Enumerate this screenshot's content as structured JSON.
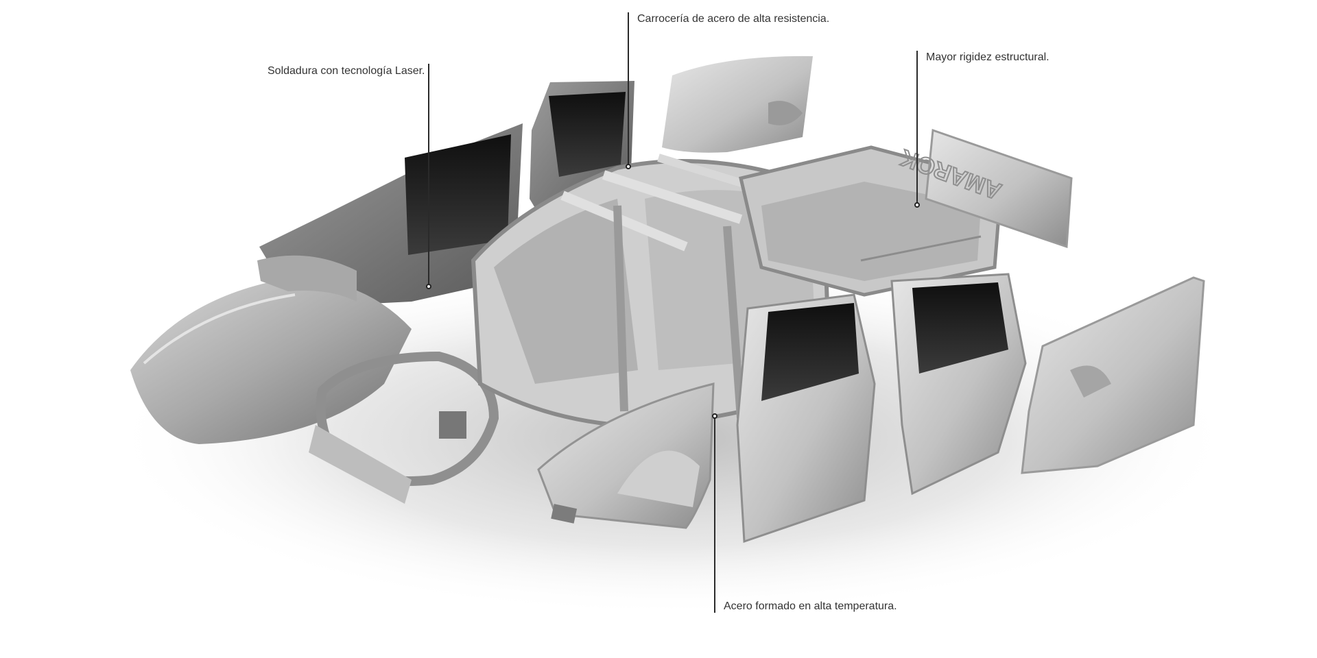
{
  "colors": {
    "background": "#ffffff",
    "label_text": "#333333",
    "leader_line": "#2a2a2a",
    "panel_light": "#d4d4d4",
    "panel_mid": "#b0b0b0",
    "panel_dark": "#6e6e6e",
    "glass": "#1a1a1a"
  },
  "illustration": {
    "subject": "exploded-pickup-truck-body-in-white",
    "tailgate_emboss": "AMAROK"
  },
  "callouts": [
    {
      "id": "laser",
      "label": "Soldadura con tecnología  Laser."
    },
    {
      "id": "steel-body",
      "label": "Carrocería de acero de alta resistencia."
    },
    {
      "id": "rigidity",
      "label": "Mayor rigidez estructural."
    },
    {
      "id": "hot-formed",
      "label": "Acero formado en alta temperatura."
    }
  ]
}
